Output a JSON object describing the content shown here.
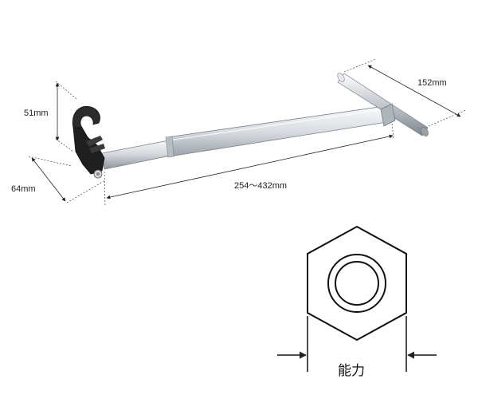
{
  "dimensions": {
    "head_height": "51mm",
    "head_depth": "64mm",
    "shaft_length": "254～432mm",
    "handle_width": "152mm"
  },
  "hex_diagram": {
    "capacity_label": "能力"
  },
  "colors": {
    "steel_light": "#f2f4f6",
    "steel_mid": "#c9ced4",
    "steel_dark": "#8d949c",
    "jaw_black": "#2a2a2a",
    "line": "#222222"
  }
}
